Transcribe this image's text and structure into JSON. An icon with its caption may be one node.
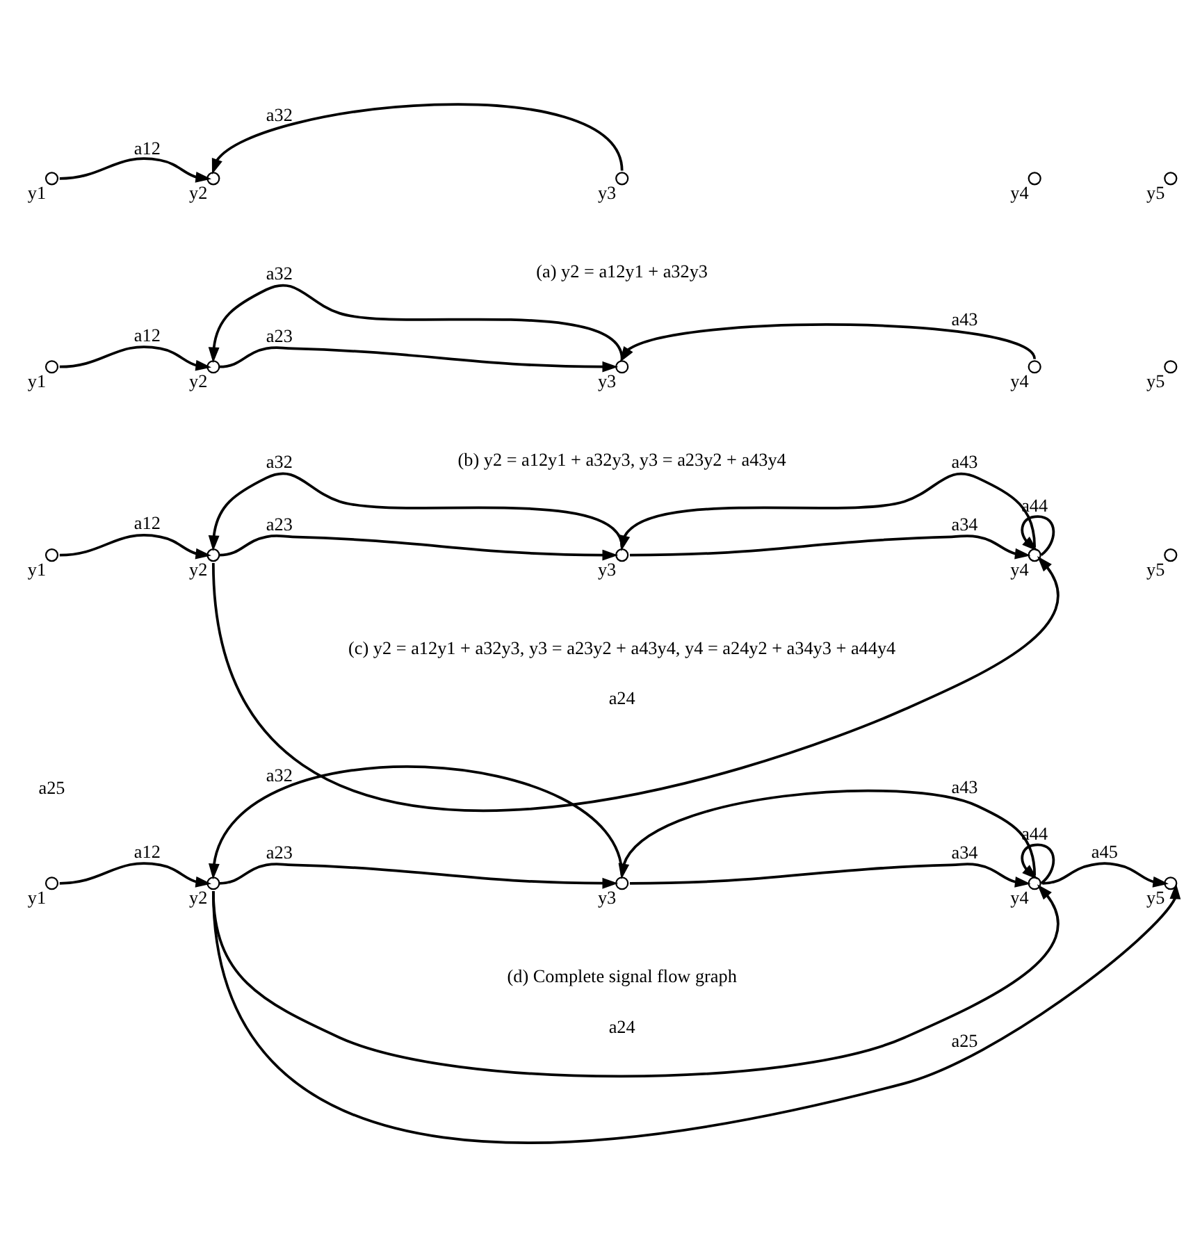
{
  "diagram": {
    "nodes": [
      {
        "text": [],
        "shape": "circle",
        "beside": [
          "y1"
        ]
      },
      {
        "text": [],
        "shape": "circle",
        "beside": [
          "y2"
        ]
      },
      {
        "text": [],
        "shape": "circle",
        "beside": [
          "y3"
        ]
      },
      {
        "text": [],
        "shape": "circle",
        "beside": [
          "y4"
        ]
      },
      {
        "text": [],
        "shape": "circle",
        "beside": [
          "y5"
        ]
      },
      {
        "text": [],
        "shape": "circle",
        "beside": [
          "y1"
        ]
      },
      {
        "text": [],
        "shape": "circle",
        "beside": [
          "y2"
        ]
      },
      {
        "text": [],
        "shape": "circle",
        "beside": [
          "y3"
        ]
      },
      {
        "text": [],
        "shape": "circle",
        "beside": [
          "y4"
        ]
      },
      {
        "text": [],
        "shape": "circle",
        "beside": [
          "y5"
        ]
      },
      {
        "text": [],
        "shape": "circle",
        "beside": [
          "y1"
        ]
      },
      {
        "text": [],
        "shape": "circle",
        "beside": [
          "y2"
        ]
      },
      {
        "text": [],
        "shape": "circle",
        "beside": [
          "y3"
        ]
      },
      {
        "text": [],
        "shape": "circle",
        "beside": [
          "y4"
        ]
      },
      {
        "text": [],
        "shape": "circle",
        "beside": [
          "y5"
        ]
      },
      {
        "text": [],
        "shape": "circle",
        "beside": [
          "y1"
        ]
      },
      {
        "text": [],
        "shape": "circle",
        "beside": [
          "y2"
        ]
      },
      {
        "text": [],
        "shape": "circle",
        "beside": [
          "y3"
        ]
      },
      {
        "text": [],
        "shape": "circle",
        "beside": [
          "y4"
        ]
      },
      {
        "text": [],
        "shape": "circle",
        "beside": [
          "y5"
        ]
      }
    ],
    "edges": [
      {
        "from": 0,
        "to": 1,
        "arrow": "to",
        "label": "a12"
      },
      {
        "from": 2,
        "to": 1,
        "arrow": "to",
        "label": "a32"
      },
      {
        "from": 5,
        "to": 6,
        "arrow": "to",
        "label": "a12"
      },
      {
        "from": 7,
        "to": 6,
        "arrow": "to",
        "label": "a32"
      },
      {
        "from": 6,
        "to": 7,
        "arrow": "to",
        "label": "a23"
      },
      {
        "from": 8,
        "to": 7,
        "arrow": "to",
        "label": "a43"
      },
      {
        "from": 10,
        "to": 11,
        "arrow": "to",
        "label": "a12"
      },
      {
        "from": 12,
        "to": 11,
        "arrow": "to",
        "label": "a32"
      },
      {
        "from": 11,
        "to": 12,
        "arrow": "to",
        "label": "a23"
      },
      {
        "from": 13,
        "to": 12,
        "arrow": "to",
        "label": "a43"
      },
      {
        "from": 12,
        "to": 13,
        "arrow": "to",
        "label": "a34"
      },
      {
        "from": 13,
        "to": 13,
        "arrow": "to",
        "label": "a44"
      },
      {
        "from": 11,
        "to": 13,
        "arrow": "to",
        "label": "a24"
      },
      {
        "from": 15,
        "to": 16,
        "arrow": "to",
        "label": "a12"
      },
      {
        "from": 17,
        "to": 16,
        "arrow": "to",
        "label": "a32"
      },
      {
        "from": 16,
        "to": 17,
        "arrow": "to",
        "label": "a23"
      },
      {
        "from": 18,
        "to": 17,
        "arrow": "to",
        "label": "a43"
      },
      {
        "from": 17,
        "to": 18,
        "arrow": "to",
        "label": "a34"
      },
      {
        "from": 18,
        "to": 18,
        "arrow": "to",
        "label": "a44"
      },
      {
        "from": 18,
        "to": 19,
        "arrow": "to",
        "label": "a45"
      },
      {
        "from": 16,
        "to": 18,
        "arrow": "to",
        "label": "a24"
      },
      {
        "from": 16,
        "to": 19,
        "arrow": "to",
        "label": "a25"
      }
    ],
    "labels": [
      "(a) y2 = a12y1 + a32y3",
      "(b) y2 = a12y1 + a32y3, y3 = a23y2 + a43y4",
      "(c) y2 = a12y1 + a32y3, y3 = a23y2 + a43y4, y4 = a24y2 + a34y3 + a44y4",
      "a25",
      "(d) Complete signal flow graph"
    ]
  }
}
